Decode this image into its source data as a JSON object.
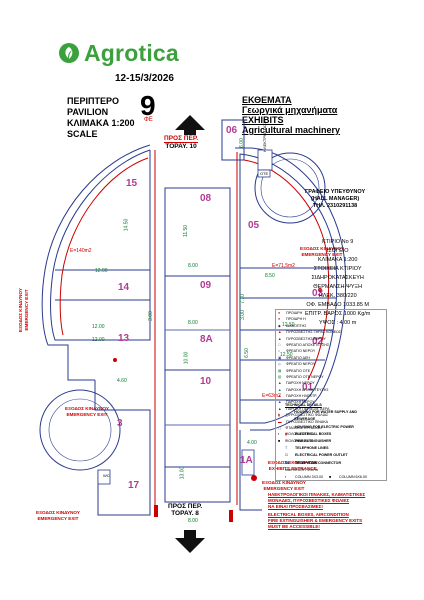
{
  "header": {
    "brand": "Agrotica",
    "dates": "12-15/3/2026",
    "pavilion_gr": "ΠΕΡΙΠΤΕΡΟ",
    "pavilion_en": "PAVILION",
    "pavilion_number": "9",
    "scale_gr": "ΚΛΙΜΑΚΑ 1:200",
    "scale_en": "SCALE"
  },
  "exhibits": {
    "line1": "ΕΚΘΕΜΑΤΑ",
    "line2": "Γεωργικά μηχανήματα",
    "line3": "EXHIBITS",
    "line4": "Agricultural machinery"
  },
  "manager": {
    "line1": "ΓΡΑΦΕΙΟ ΥΠΕΥΘΥΝΟΥ",
    "line2": "(HALL MANAGER)",
    "line3": "ΤΗΛ. 2310291138"
  },
  "specs": [
    "ΚΤΙΡΙΟ Νο 9",
    "ΙΣΟΓΕΙΟ",
    "ΚΛΙΜΑΚΑ 1:200",
    "ΣΤΟΙΧΕΙΑ ΚΤΙΡΙΟΥ",
    "ΣΙΔΗΡΟΚΑΤΑΣΚΕΥΗ",
    "ΘΕΡΜΑΝΣΗ-ΨΥΞΗ",
    "ΗΛΕΚ. 380/220",
    "ΟΦ. ΕΜΒΑΔΟ 1033.85 Μ",
    "ΕΠΙΤΡ. ΒΑΡΟΣ 1000 Kg/m",
    "ΥΨΟΣ : 4.00 m"
  ],
  "navigation": {
    "top_line1": "ΠΡΟΣ ΠΕΡ.",
    "top_line2": "ΤΟΡΑΥ. 10",
    "bottom_line1": "ΠΡΟΣ ΠΕΡ.",
    "bottom_line2": "ΤΟΡΑΥ. 8"
  },
  "zones": [
    "06",
    "05",
    "08",
    "09",
    "8A",
    "10",
    "03",
    "02",
    "01",
    "1A",
    "15",
    "14",
    "13",
    "17",
    "3"
  ],
  "dimensions": {
    "d1150": "11.50",
    "d800a": "8.00",
    "d800b": "8.00",
    "d800c": "8.00",
    "d1000": "10.00",
    "d1250": "12.50",
    "d1250b": "12.50",
    "d1200a": "12.00",
    "d1200b": "12.00",
    "d1200c": "12.00",
    "d300a": "3.00",
    "d300b": "3.00",
    "d770": "7.70",
    "d650": "6.50",
    "d850": "8.50",
    "d1450": "14.50",
    "d600": "6.00",
    "d460": "4.60",
    "d400": "4.00",
    "d1300": "13.00"
  },
  "areas": {
    "a1": "Ε=140m2",
    "a2": "Ε=71,5m2",
    "a3": "Ε=63m2"
  },
  "exits": {
    "e1a": "ΕΞΟΔΟΣ ΚΙΝΔΥΝΟΥ",
    "e1b": "EMERGENCY EXIT",
    "e2a": "ΕΞΟΔΟΣ ΚΙΝΔΥΝΟΥ",
    "e2b": "EMERGENCY EXIT",
    "e3a": "ΕΞΟΔΟΣ ΚΙΝΔΥΝΟΥ",
    "e3b": "EMERGENCY EXIT",
    "e4a": "ΕΞΟΔΟΣ ΚΙΝΔΥΝΟΥ",
    "e4b": "EMERGENCY EXIT",
    "e5a": "ΕΞΟΔΟΣ ΕΚΘΕΜΑΤΩΝ",
    "e5b": "EXHIBITS ENTRANCE",
    "e6a": "ΕΞΟΔΟΣ ΚΙΝΔΥΝΟΥ",
    "e6b": "EMERGENCY EXIT",
    "side": "ΕΞΟΔΟΣ ΚΙΝΔΥΝΟΥ EMERGENCY EXIT"
  },
  "labels": {
    "wc": "WC",
    "ote": "ΟΤΕ",
    "hm_wc": "ΗΛΕΚΤΡΟΣΤΑΣΙΟ",
    "fe": "ΦΕ"
  },
  "legend": [
    "ΠΡΟΙΔΡΗ",
    "ΠΡΟΙΔΡΗ Η",
    "ΔΙΑΚΟΠΤΗΣ",
    "ΠΥΡΟΣΒΕΣΤΗΣ ΞΗΡΑΣ ΚΟΝΕΩΣ",
    "ΠΥΡΟΣΒΕΣΤΗΣ ΑΦΡΟΥ",
    "ΦΡΕΑΤΙΟ ΑΠΟΧΕΤΕΥΣΗΣ",
    "ΦΡΕΑΤΙΟ ΝΕΡΟΥ",
    "ΦΡΕΑΤΙΟ ΔΕΗ",
    "ΦΡΕΑΤΙΟ ΝΕΡΟΥ",
    "ΦΡΕΑΤΙΟ ΟΤΕ",
    "ΦΡΕΑΤΙΟ ΟΤΕ ΝΕΡΟΥ",
    "ΠΑΡΟΧΗ ΝΕΡΟΥ",
    "ΠΑΡΟΧΗ ΑΠΟΧΕΤΕΥΣΗΣ",
    "ΠΑΡΟΧΗ ΗΛΕΚΤΡ.",
    "ΠΑΡΟΧΗ ΝΕΡΟΥ",
    "ΠΑΡΟΧΗ ΠΕΠΙΕΣΜ. ΑΕΡΑ",
    "ΠΥΡΟΣΒΕΣΤΙΚΟ ΦΩΛΙΑΣ",
    "ΠΥΡΟΣΒΕΣΤΙΚΟ ΠΙΝΑΚΑ",
    "ΣΤΑΘΜΟΣ ΕΡΓΑΣΙΩΝ"
  ],
  "legend_column_a": "ΚΟΛΩΝΑ 3Χ3.00",
  "legend_column_b": "ΚΟΛΩΝΑ 6Χ6.00",
  "technical": {
    "title": "TECHNICAL DETAILS",
    "items": [
      "HOUSING FOR WATER SUPPLY AND SEWERAGE",
      "HOUSING FOR ELECTRIC POWER",
      "ELECTRICAL BOXES",
      "FIRE EXTINGUISHER",
      "TELEPHONE LINES",
      "ELECTRICAL POWER OUTLET",
      "TELEPHONE CONNECTOR"
    ],
    "height": "max HEIGHT 4.00 m",
    "col_a": "COLUMN 3X3.00",
    "col_b": "COLUMN 6X6.00"
  },
  "warnings": [
    "ΗΛΕΚΤΡΟΛΟΓΙΚΟΙ ΠΙΝΑΚΕΣ, ΚΛΙΜΑΤΙΣΤΙΚΕΣ",
    "ΜΟΝΑΔΕΣ, ΠΥΡΟΣΒΕΣΤΙΚΕΣ ΦΩΛΙΕΣ",
    "ΝΑ ΕΙΝΑΙ ΠΡΟΣΒΑΣΙΜΕΣ!",
    "ELECTRICAL BOXES, AIRCONDITION",
    "FIRE EXTINGUISHER & EMERGENCY EXITS",
    "MUST BE ACCESSIBLE!"
  ],
  "colors": {
    "brand_green": "#3aa13c",
    "zone_purple": "#b13c93",
    "exit_red": "#cc0000",
    "dim_green": "#0a7a30",
    "line_blue": "#2a3b8f"
  }
}
